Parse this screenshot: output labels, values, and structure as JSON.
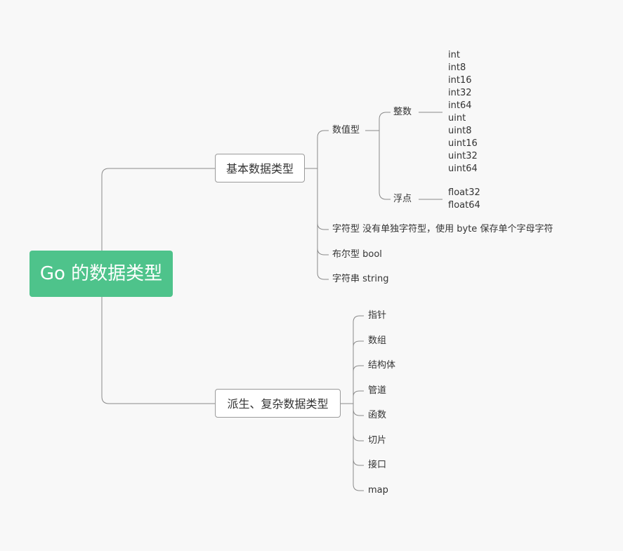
{
  "root": {
    "label": "Go 的数据类型"
  },
  "basic": {
    "label": "基本数据类型",
    "numeric": {
      "label": "数值型",
      "integer": {
        "label": "整数",
        "types": [
          "int",
          "int8",
          "int16",
          "int32",
          "int64",
          "uint",
          "uint8",
          "uint16",
          "uint32",
          "uint64"
        ]
      },
      "float": {
        "label": "浮点",
        "types": [
          "float32",
          "float64"
        ]
      }
    },
    "char": {
      "label": "字符型 没有单独字符型，使用 byte 保存单个字母字符"
    },
    "bool": {
      "label": "布尔型 bool"
    },
    "string": {
      "label": "字符串 string"
    }
  },
  "derived": {
    "label": "派生、复杂数据类型",
    "items": [
      "指针",
      "数组",
      "结构体",
      "管道",
      "函数",
      "切片",
      "接口",
      "map"
    ]
  },
  "colors": {
    "root_fill": "#4ec38b",
    "line": "#8a8a8a",
    "box_border": "#9a9a9a",
    "background": "#f8f8f8"
  }
}
